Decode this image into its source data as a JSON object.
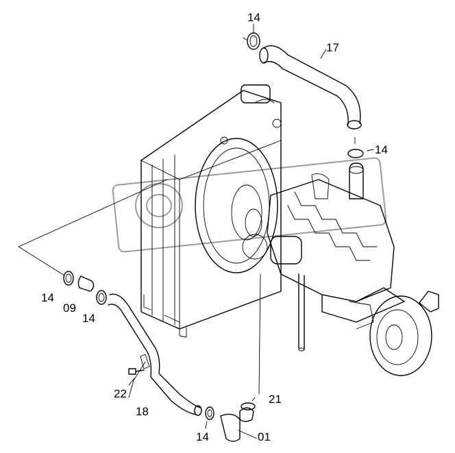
{
  "labels": {
    "p14_top": "14",
    "p17": "17",
    "p14_right": "14",
    "p14_left_a": "14",
    "p09": "09",
    "p14_left_b": "14",
    "p22": "22",
    "p18": "18",
    "p21": "21",
    "p14_bottom": "14",
    "p01": "01"
  }
}
